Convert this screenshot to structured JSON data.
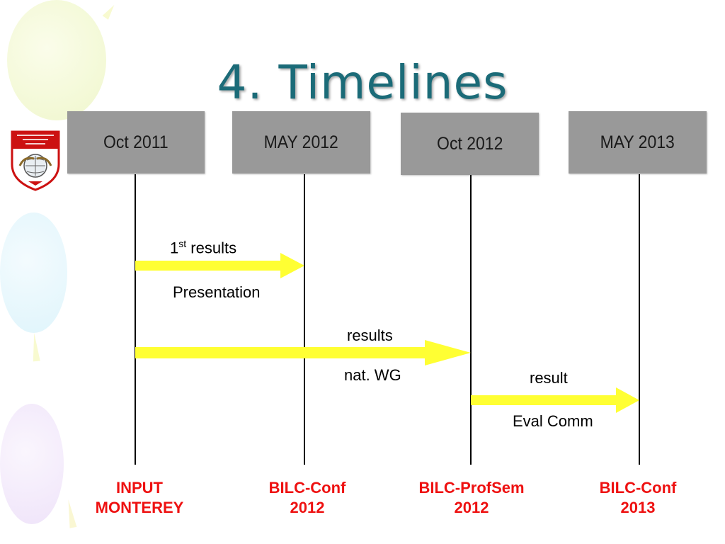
{
  "slide": {
    "title": "4. Timelines"
  },
  "timeline": {
    "dates": [
      "Oct 2011",
      "MAY 2012",
      "Oct 2012",
      "MAY 2013"
    ],
    "arrows": [
      {
        "label_top": "1",
        "label_top_sup": "st",
        "label_top_rest": "results",
        "label_bottom": "Presentation"
      },
      {
        "label_top": "results",
        "label_bottom": "nat. WG"
      },
      {
        "label_top": "result",
        "label_bottom": "Eval Comm"
      }
    ],
    "events": [
      {
        "line1": "INPUT",
        "line2": "MONTEREY"
      },
      {
        "line1": "BILC-Conf",
        "line2": "2012"
      },
      {
        "line1": "BILC-ProfSem",
        "line2": "2012"
      },
      {
        "line1": "BILC-Conf",
        "line2": "2013"
      }
    ]
  },
  "colors": {
    "title": "#1b6b78",
    "date_box": "#999999",
    "arrow": "#ffff33",
    "event_text": "#ee1111"
  },
  "icons": [
    "emblem-logo-icon"
  ]
}
